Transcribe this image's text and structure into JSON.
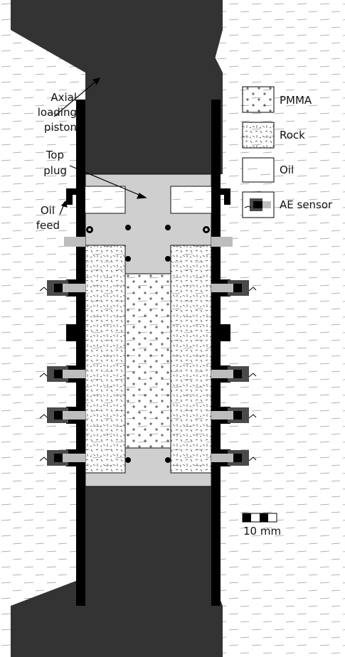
{
  "labels": {
    "piston_line1": "Axial",
    "piston_line2": "loading",
    "piston_line3": "piston",
    "plug_line1": "Top",
    "plug_line2": "plug",
    "oil_line1": "Oil",
    "oil_line2": "feed"
  },
  "legend": {
    "items": [
      {
        "name": "pmma",
        "label": "PMMA"
      },
      {
        "name": "rock",
        "label": "Rock"
      },
      {
        "name": "oil",
        "label": "Oil"
      },
      {
        "name": "ae-sensor",
        "label": "AE sensor"
      }
    ]
  },
  "scale_bar": {
    "label": "10 mm"
  },
  "colors": {
    "steel": "#333333",
    "plug": "#cfcfcf",
    "sensor_dark": "#4a4a4a",
    "sensor_light": "#bdbdbd"
  }
}
